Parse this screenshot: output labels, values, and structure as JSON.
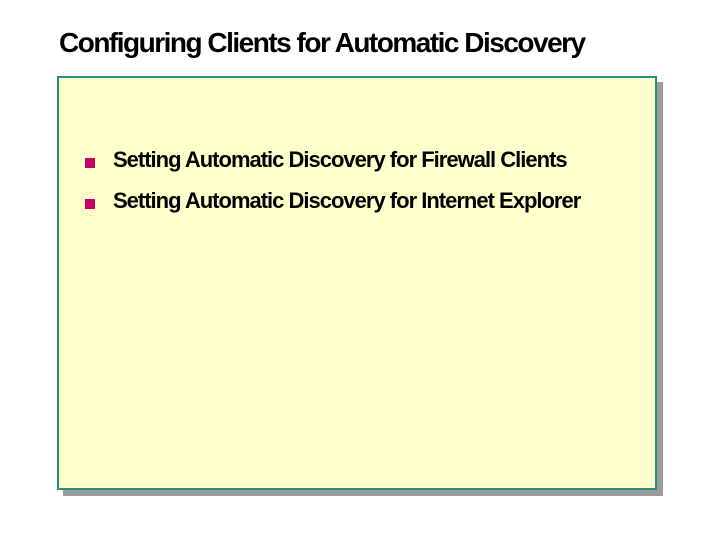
{
  "slide": {
    "title": "Configuring Clients for Automatic Discovery",
    "bullets": [
      {
        "text": "Setting Automatic Discovery for Firewall Clients"
      },
      {
        "text": "Setting Automatic Discovery for Internet Explorer"
      }
    ]
  },
  "colors": {
    "page_bg": "#FFFFFF",
    "title_text": "#000000",
    "body_text": "#000000",
    "box_fill": "#FFFFCC",
    "box_border": "#2D8C82",
    "bullet": "#CC0066",
    "shadow": "#9C9C9C"
  }
}
